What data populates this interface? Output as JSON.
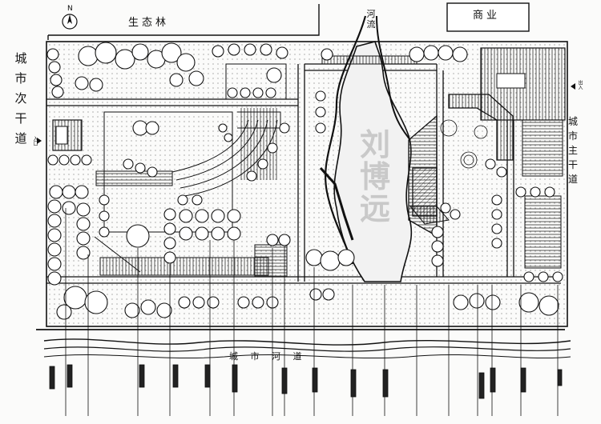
{
  "labels": {
    "north_mark": "N",
    "ecological_forest": "生态林",
    "commercial": "商业",
    "river_top": [
      "河",
      "流"
    ],
    "secondary_road": [
      "城",
      "市",
      "次",
      "干",
      "道"
    ],
    "main_road": [
      "城",
      "市",
      "主",
      "干",
      "道"
    ],
    "city_river": "城 市 河 道",
    "small_left": "入口",
    "small_right": "出入"
  },
  "watermark": [
    "刘",
    "博",
    "远"
  ],
  "colors": {
    "ink": "#111111",
    "paper": "#fbfbfa",
    "watermark": "#c9c9c9",
    "water": "#f2f2f2"
  }
}
